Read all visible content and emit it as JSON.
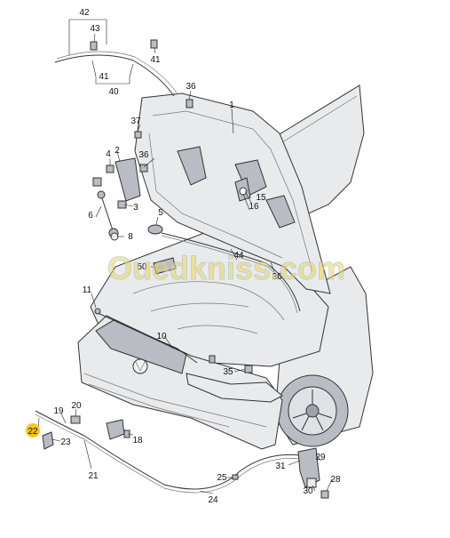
{
  "callouts": {
    "c1": "1",
    "c2": "2",
    "c3": "3",
    "c4": "4",
    "c5": "5",
    "c6": "6",
    "c8": "8",
    "c10": "10",
    "c11": "11",
    "c15": "15",
    "c16": "16",
    "c18": "18",
    "c19": "19",
    "c20": "20",
    "c21": "21",
    "c22": "22",
    "c23": "23",
    "c24": "24",
    "c25": "25",
    "c28": "28",
    "c29": "29",
    "c30": "30",
    "c31": "31",
    "c35": "35",
    "c36a": "36",
    "c36b": "36",
    "c36c": "36",
    "c37": "37",
    "c40": "40",
    "c41a": "41",
    "c41b": "41",
    "c42": "42",
    "c43": "43",
    "c44": "44",
    "c50": "50"
  },
  "watermark": {
    "text": "Ouedkniss.com"
  },
  "colors": {
    "highlight_fill": "#f5c518",
    "watermark_yellow": "#f2d54a",
    "watermark_blue": "#9cc6e8"
  }
}
